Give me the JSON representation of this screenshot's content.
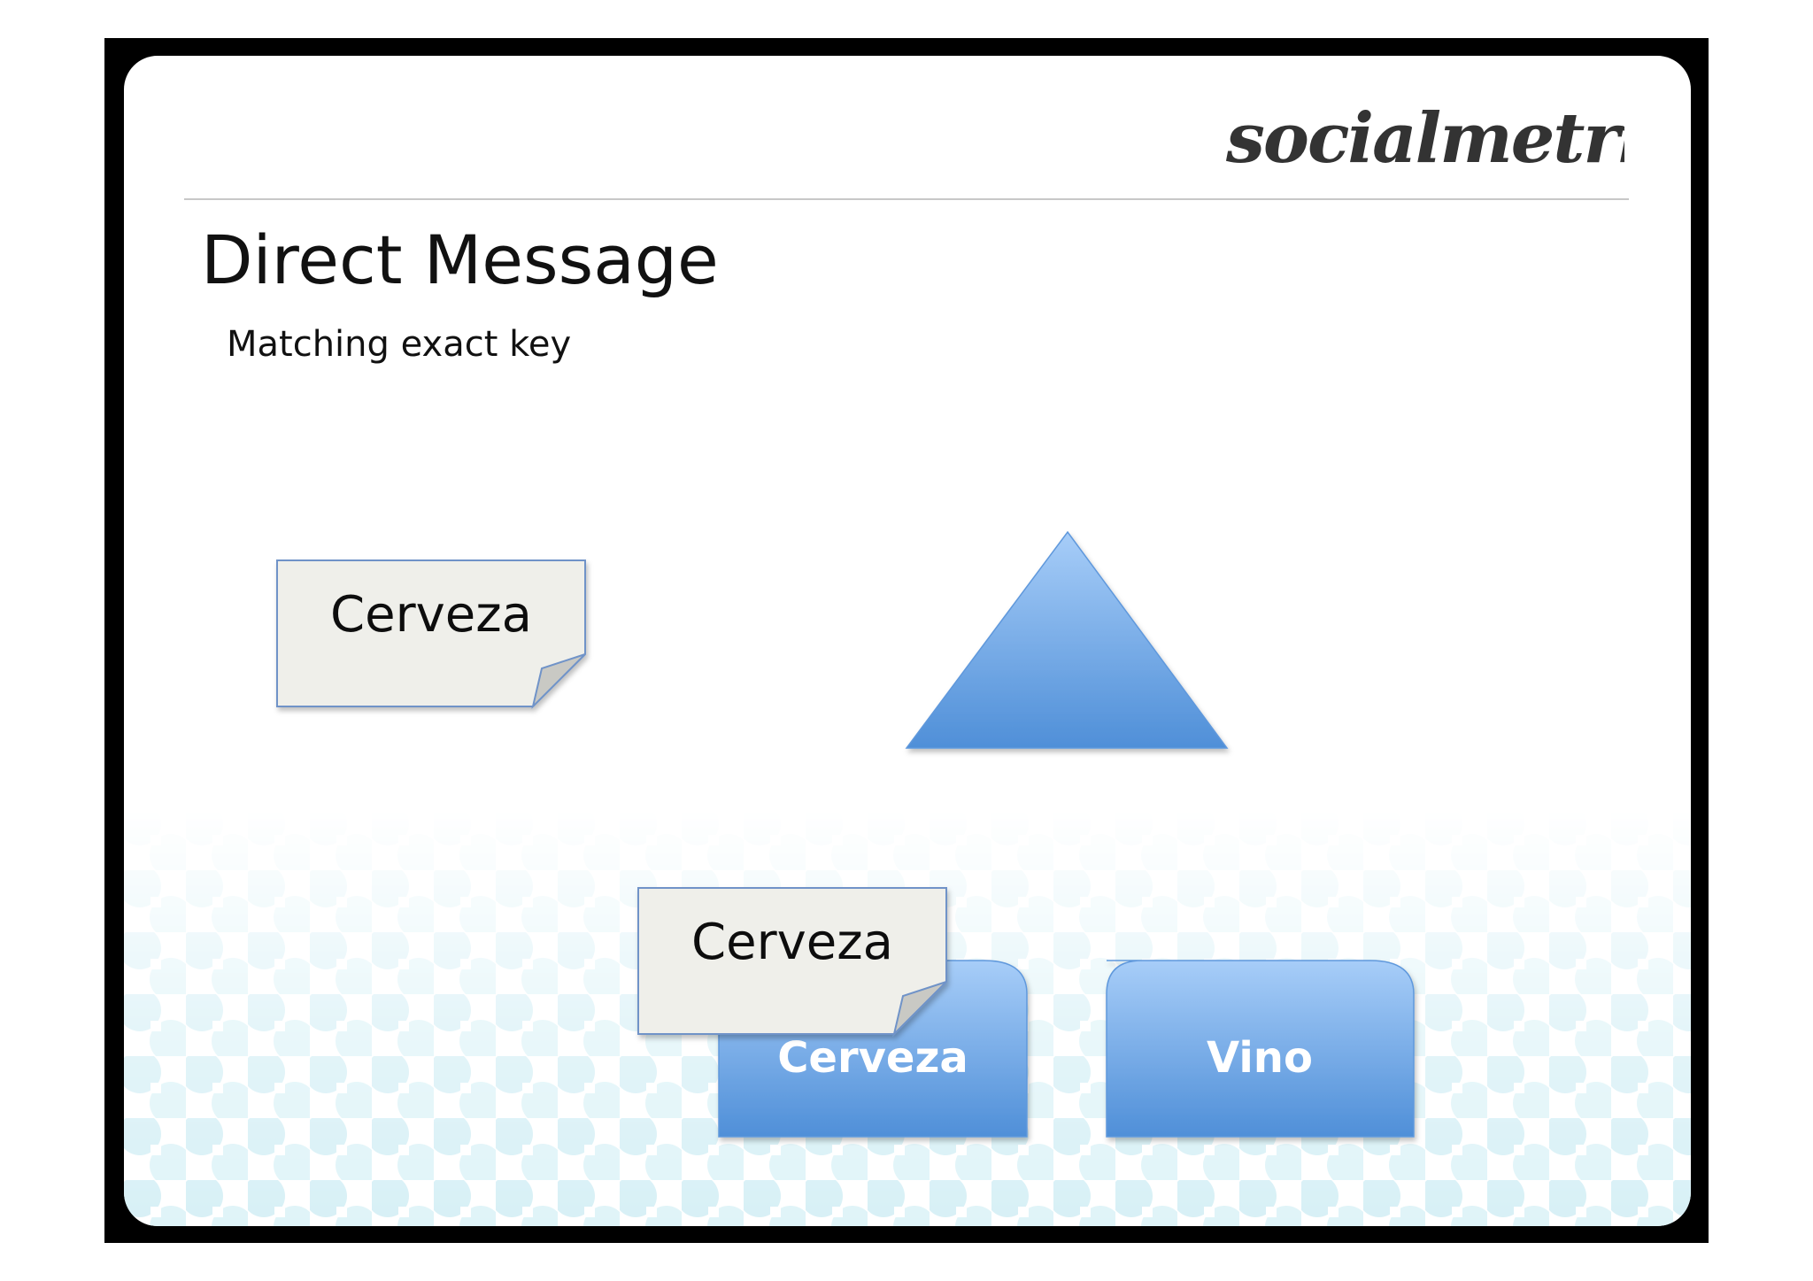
{
  "brand": {
    "name": "socialmetrix"
  },
  "title": "Direct Message",
  "subtitle": "Matching exact key",
  "diagram": {
    "message_note": {
      "label": "Cerveza"
    },
    "router_shape": "triangle",
    "incoming_note": {
      "label": "Cerveza"
    },
    "queues": [
      {
        "label": "Cerveza"
      },
      {
        "label": "Vino"
      }
    ]
  },
  "colors": {
    "accent_blue_light": "#a6cbf7",
    "accent_blue_dark": "#5191d9",
    "note_fill": "#efefea",
    "note_border": "#6f93c8",
    "pattern_color": "#d8f1f6"
  }
}
